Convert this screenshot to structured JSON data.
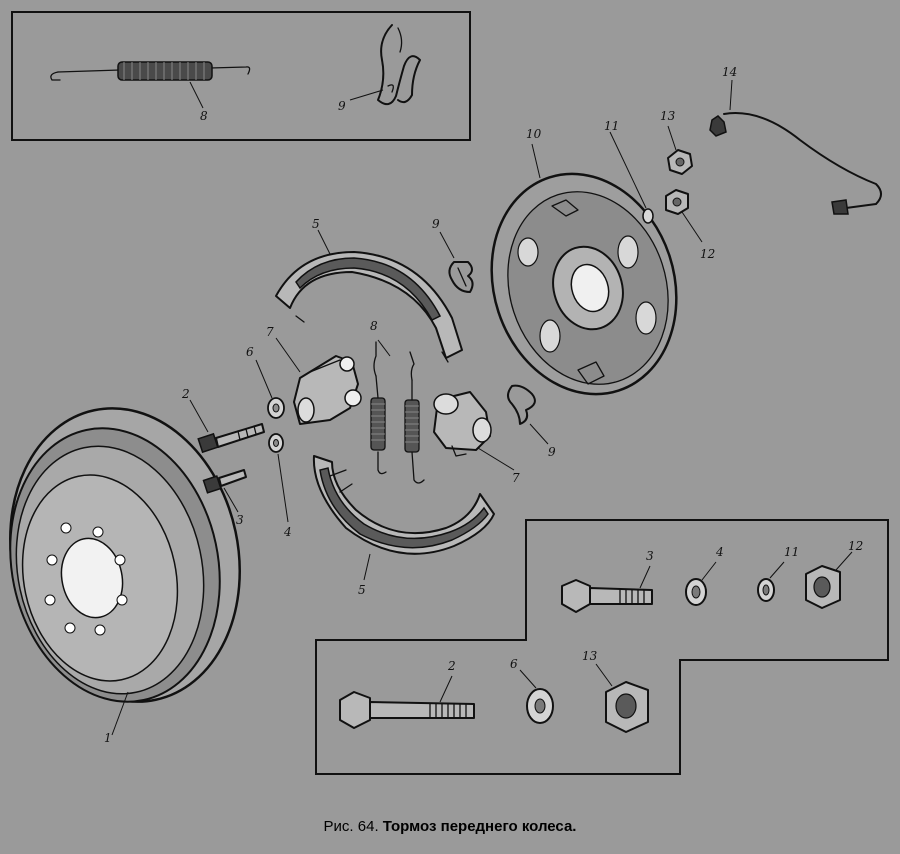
{
  "caption": {
    "prefix": "Рис. 64.",
    "title": "Тормоз переднего колеса."
  },
  "labels": {
    "drum": "1",
    "bolt_long": "2",
    "bolt_short": "3",
    "washer_4": "4",
    "shoe": "5",
    "washer_6": "6",
    "cylinder": "7",
    "spring": "8",
    "clip": "9",
    "shield": "10",
    "washer_11": "11",
    "nut_12": "12",
    "nut_13": "13",
    "pipe": "14"
  }
}
